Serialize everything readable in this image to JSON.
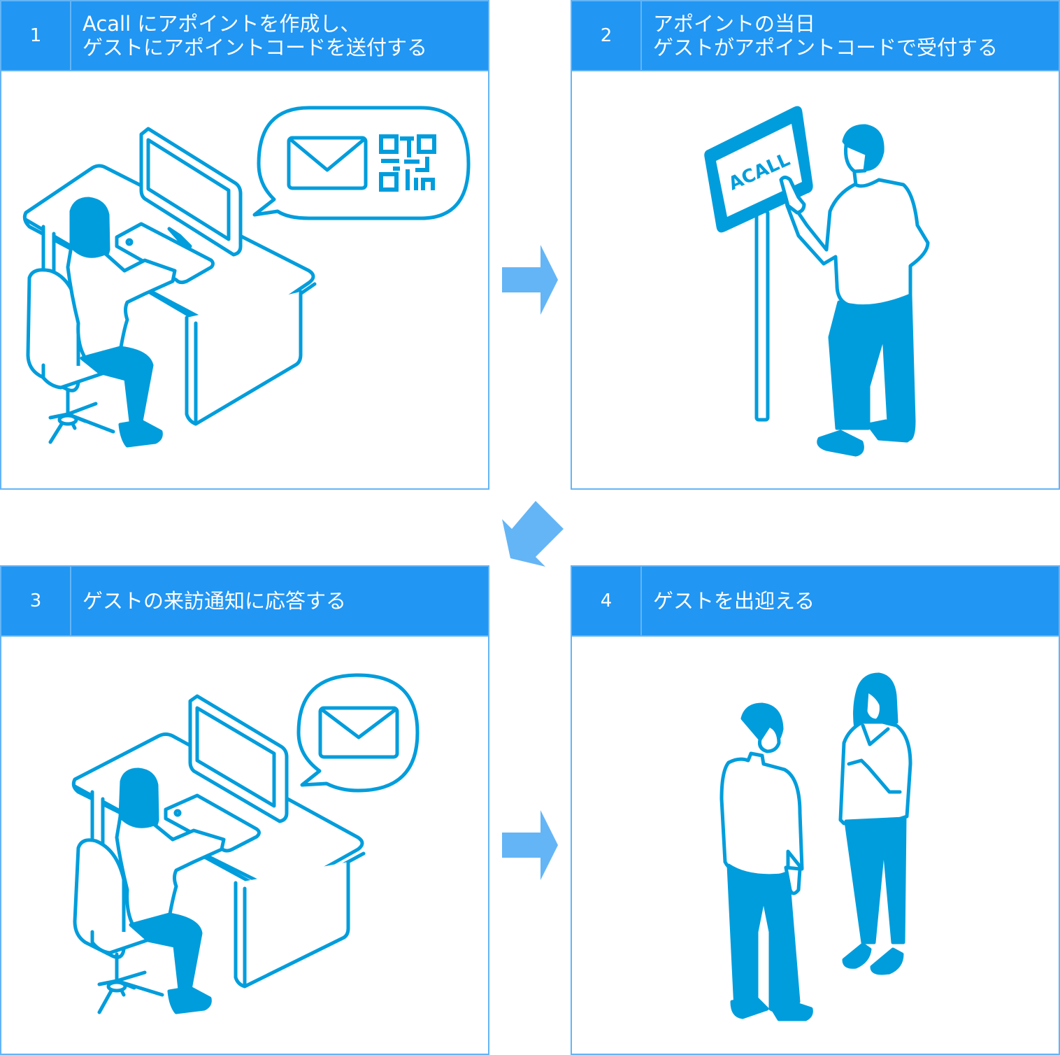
{
  "steps": [
    {
      "number": "1",
      "title_lines": [
        "Acall にアポイントを作成し、",
        "ゲストにアポイントコードを送付する"
      ],
      "illustration": "person-at-desk-sending-email-and-qr-code"
    },
    {
      "number": "2",
      "title_lines": [
        "アポイントの当日",
        "ゲストがアポイントコードで受付する"
      ],
      "illustration": "guest-touching-reception-kiosk",
      "kiosk_logo": "ACALL"
    },
    {
      "number": "3",
      "title_lines": [
        "ゲストの来訪通知に応答する"
      ],
      "illustration": "person-at-desk-receiving-email"
    },
    {
      "number": "4",
      "title_lines": [
        "ゲストを出迎える"
      ],
      "illustration": "two-people-meeting"
    }
  ],
  "arrows": [
    {
      "from": "1",
      "to": "2",
      "direction": "right"
    },
    {
      "from": "2",
      "to": "3",
      "direction": "down-left"
    },
    {
      "from": "3",
      "to": "4",
      "direction": "right"
    }
  ],
  "colors": {
    "header_bg": "#2196f3",
    "border": "#64b5f6",
    "arrow": "#64b5f6",
    "illustration": "#009ddc"
  }
}
